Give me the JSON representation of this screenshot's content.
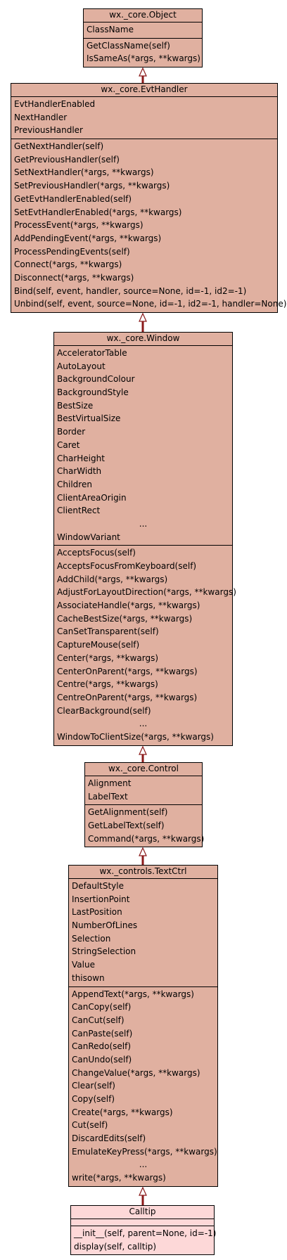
{
  "classes": [
    {
      "id": "object",
      "title": "wx._core.Object",
      "attributes": [
        "ClassName"
      ],
      "methods": [
        "GetClassName(self)",
        "IsSameAs(*args, **kwargs)"
      ]
    },
    {
      "id": "evthandler",
      "title": "wx._core.EvtHandler",
      "attributes": [
        "EvtHandlerEnabled",
        "NextHandler",
        "PreviousHandler"
      ],
      "methods": [
        "GetNextHandler(self)",
        "GetPreviousHandler(self)",
        "SetNextHandler(*args, **kwargs)",
        "SetPreviousHandler(*args, **kwargs)",
        "GetEvtHandlerEnabled(self)",
        "SetEvtHandlerEnabled(*args, **kwargs)",
        "ProcessEvent(*args, **kwargs)",
        "AddPendingEvent(*args, **kwargs)",
        "ProcessPendingEvents(self)",
        "Connect(*args, **kwargs)",
        "Disconnect(*args, **kwargs)",
        "Bind(self, event, handler, source=None, id=-1, id2=-1)",
        "Unbind(self, event, source=None, id=-1, id2=-1, handler=None)"
      ]
    },
    {
      "id": "window",
      "title": "wx._core.Window",
      "attributes": [
        "AcceleratorTable",
        "AutoLayout",
        "BackgroundColour",
        "BackgroundStyle",
        "BestSize",
        "BestVirtualSize",
        "Border",
        "Caret",
        "CharHeight",
        "CharWidth",
        "Children",
        "ClientAreaOrigin",
        "ClientRect",
        "...",
        "WindowVariant"
      ],
      "methods": [
        "AcceptsFocus(self)",
        "AcceptsFocusFromKeyboard(self)",
        "AddChild(*args, **kwargs)",
        "AdjustForLayoutDirection(*args, **kwargs)",
        "AssociateHandle(*args, **kwargs)",
        "CacheBestSize(*args, **kwargs)",
        "CanSetTransparent(self)",
        "CaptureMouse(self)",
        "Center(*args, **kwargs)",
        "CenterOnParent(*args, **kwargs)",
        "Centre(*args, **kwargs)",
        "CentreOnParent(*args, **kwargs)",
        "ClearBackground(self)",
        "...",
        "WindowToClientSize(*args, **kwargs)"
      ]
    },
    {
      "id": "control",
      "title": "wx._core.Control",
      "attributes": [
        "Alignment",
        "LabelText"
      ],
      "methods": [
        "GetAlignment(self)",
        "GetLabelText(self)",
        "Command(*args, **kwargs)"
      ]
    },
    {
      "id": "textctrl",
      "title": "wx._controls.TextCtrl",
      "attributes": [
        "DefaultStyle",
        "InsertionPoint",
        "LastPosition",
        "NumberOfLines",
        "Selection",
        "StringSelection",
        "Value",
        "thisown"
      ],
      "methods": [
        "AppendText(*args, **kwargs)",
        "CanCopy(self)",
        "CanCut(self)",
        "CanPaste(self)",
        "CanRedo(self)",
        "CanUndo(self)",
        "ChangeValue(*args, **kwargs)",
        "Clear(self)",
        "Copy(self)",
        "Create(*args, **kwargs)",
        "Cut(self)",
        "DiscardEdits(self)",
        "EmulateKeyPress(*args, **kwargs)",
        "...",
        "write(*args, **kwargs)"
      ]
    },
    {
      "id": "calltip",
      "title": "Calltip",
      "attributes": [],
      "methods": [
        "__init__(self, parent=None, id=-1)",
        "display(self, calltip)"
      ]
    }
  ],
  "colors": {
    "class_fill": "#e0b0a0",
    "focus_fill": "#fdd8d8",
    "edge": "#8b1a1a"
  }
}
